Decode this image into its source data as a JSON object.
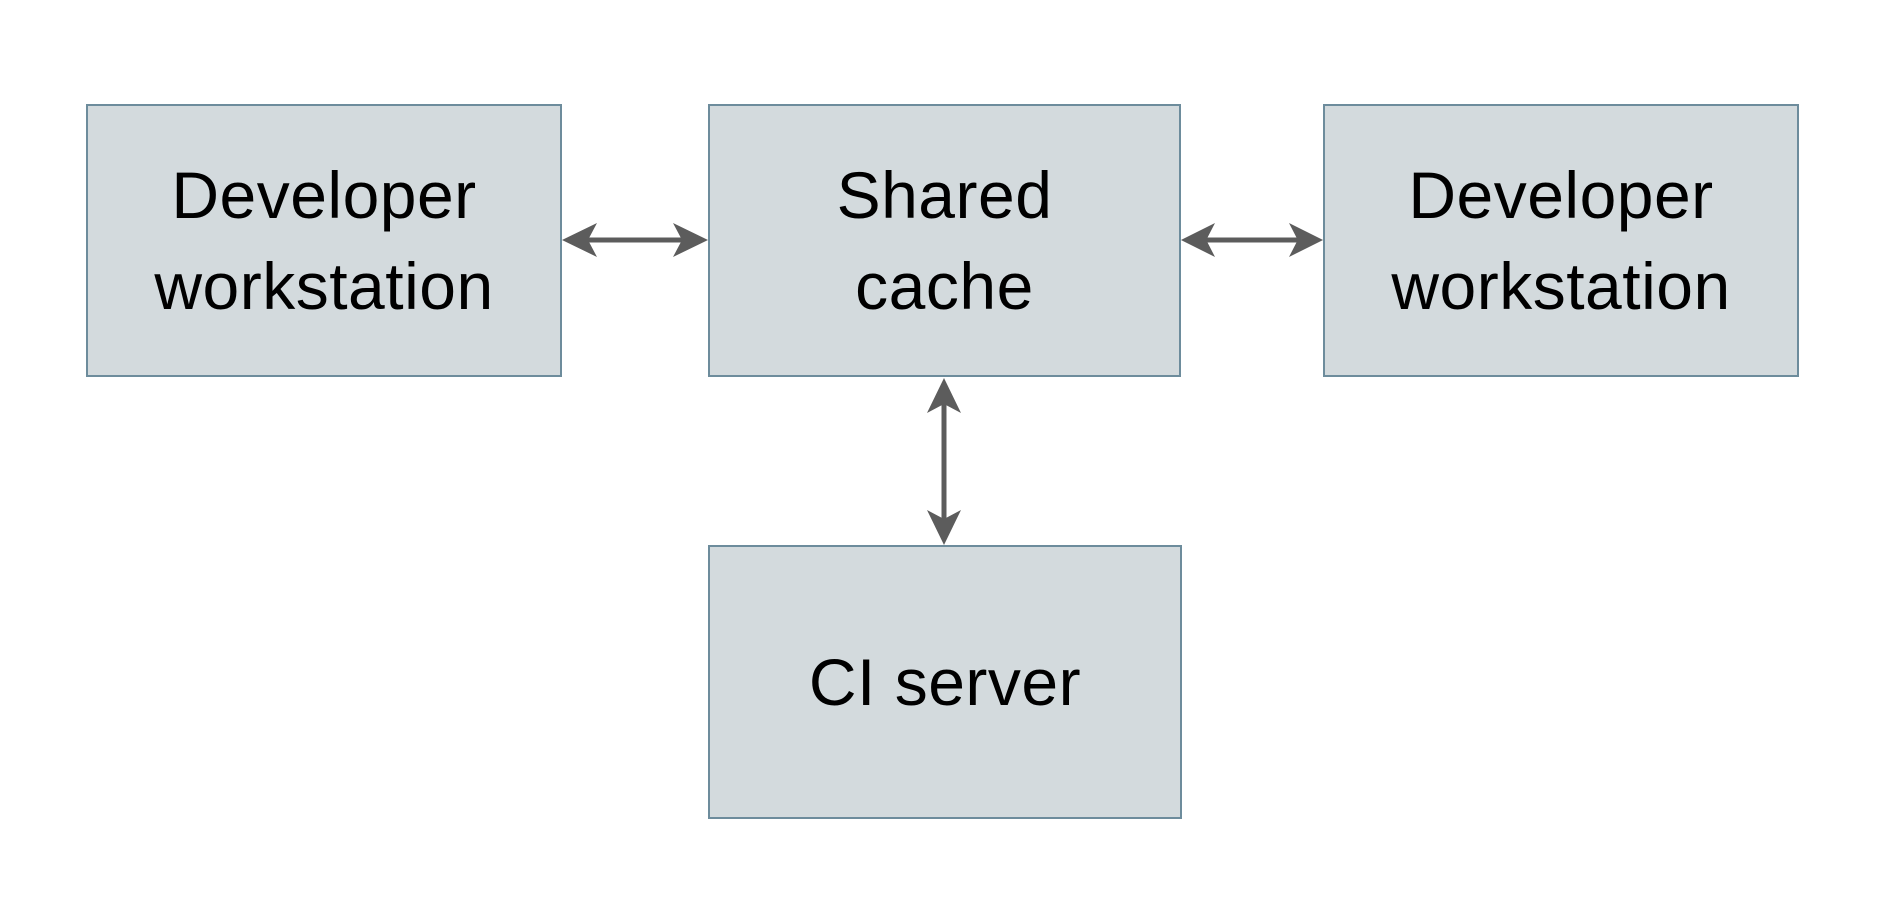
{
  "diagram": {
    "type": "architecture-diagram",
    "colors": {
      "background": "#ffffff",
      "node_fill": "#d3dadd",
      "node_border": "#6d8c9c",
      "arrow": "#5c5c5c",
      "text": "#000000"
    },
    "nodes": {
      "developer_workstation_left": {
        "label": "Developer\nworkstation"
      },
      "shared_cache": {
        "label": "Shared\ncache"
      },
      "developer_workstation_right": {
        "label": "Developer\nworkstation"
      },
      "ci_server": {
        "label": "CI server"
      }
    },
    "edges": [
      {
        "from": "developer_workstation_left",
        "to": "shared_cache",
        "style": "double-headed-arrow",
        "orientation": "horizontal"
      },
      {
        "from": "shared_cache",
        "to": "developer_workstation_right",
        "style": "double-headed-arrow",
        "orientation": "horizontal"
      },
      {
        "from": "shared_cache",
        "to": "ci_server",
        "style": "double-headed-arrow",
        "orientation": "vertical"
      }
    ]
  }
}
